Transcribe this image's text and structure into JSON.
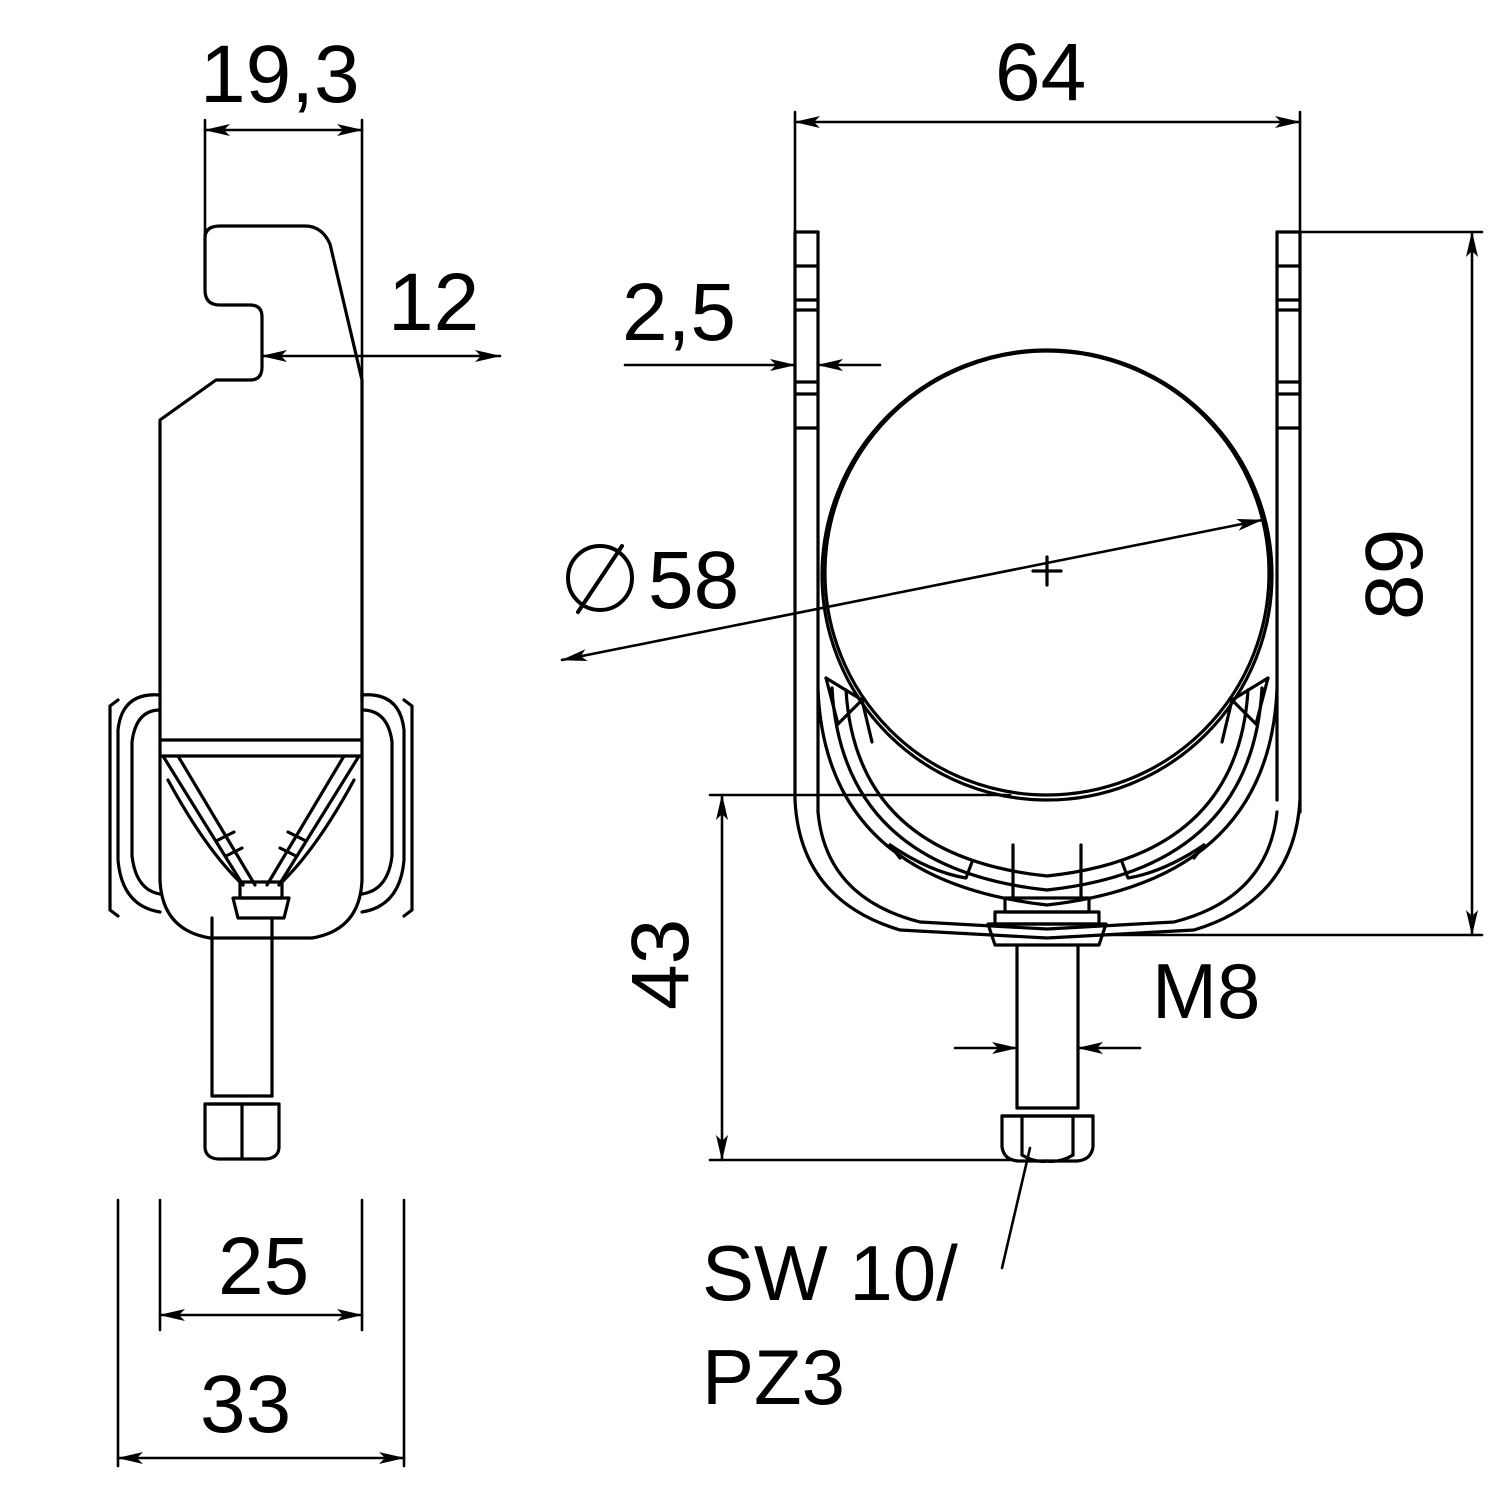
{
  "drawing": {
    "type": "engineering-dimension-drawing",
    "subject": "pipe clamp / Bügelschelle",
    "units": "mm",
    "line_color": "#000000",
    "background_color": "#ffffff",
    "views": [
      {
        "name": "side-view",
        "position": "left"
      },
      {
        "name": "front-view",
        "position": "right"
      }
    ]
  },
  "dimensions": {
    "width_top_side": "19,3",
    "hook_offset": "12",
    "bracket_width": "64",
    "wall_thickness": "2,5",
    "pipe_diameter_symbol": "ø",
    "pipe_diameter": "58",
    "overall_height": "89",
    "bolt_length": "43",
    "base_width_inner": "25",
    "base_width_outer": "33"
  },
  "annotations": {
    "thread_size": "M8",
    "drive_line1": "SW 10/",
    "drive_line2": "PZ3"
  }
}
